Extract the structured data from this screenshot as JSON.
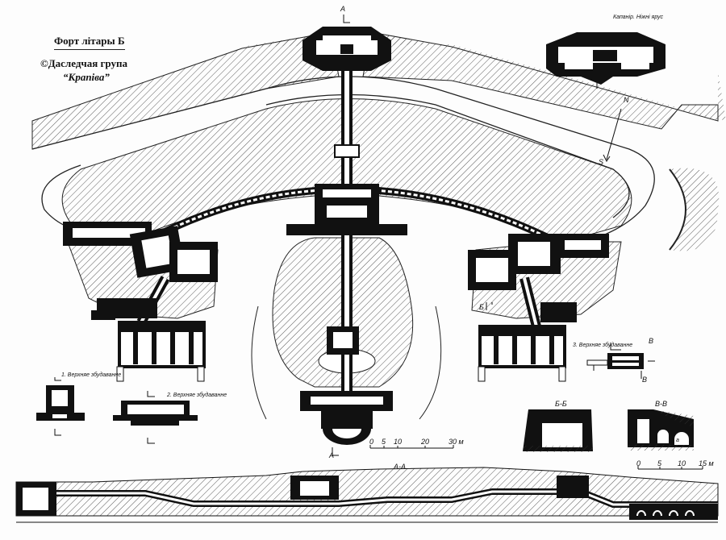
{
  "title": "Форт літары Б",
  "credit_line1": "©Даследчая група",
  "credit_line2": "“Крапіва”",
  "caponier_label": "Капанір. Ніжні ярус",
  "upper_structures": [
    "1. Верхняе збудаванне",
    "2. Верхняе збудаванне",
    "3. Верхняе збудаванне"
  ],
  "sections": {
    "aa": "А-А",
    "bb": "Б-Б",
    "vv": "В-В"
  },
  "section_markers": {
    "a": "А",
    "b": "Б",
    "v": "В",
    "room": "а"
  },
  "compass": {
    "north": "N",
    "south": "S"
  },
  "scale_main": {
    "ticks": [
      "0",
      "5",
      "10",
      "20",
      "30 м"
    ]
  },
  "scale_sections": {
    "ticks": [
      "0",
      "5",
      "10",
      "15 м"
    ]
  }
}
